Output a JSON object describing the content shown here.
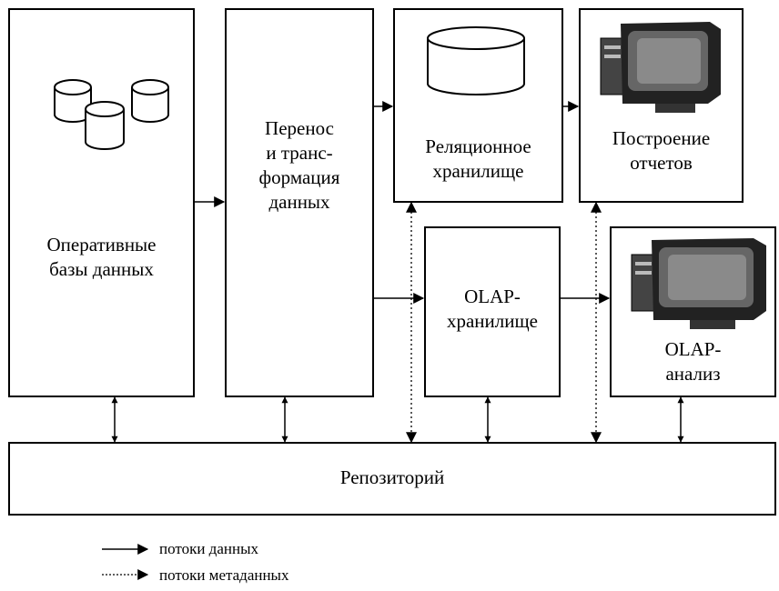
{
  "boxes": {
    "operational_db": "Оперативные\nбазы данных",
    "transfer": "Перенос\nи транс-\nформация\nданных",
    "relational_storage": "Реляционное\nхранилище",
    "reporting": "Построение\nотчетов",
    "olap_storage": "OLAP-\nхранилище",
    "olap_analysis": "OLAP-\nанализ",
    "repository": "Репозиторий"
  },
  "legend": {
    "data_flows": "потоки данных",
    "metadata_flows": "потоки метаданных"
  },
  "icons": {
    "database": "database-cylinder",
    "computer": "desktop-computer"
  }
}
